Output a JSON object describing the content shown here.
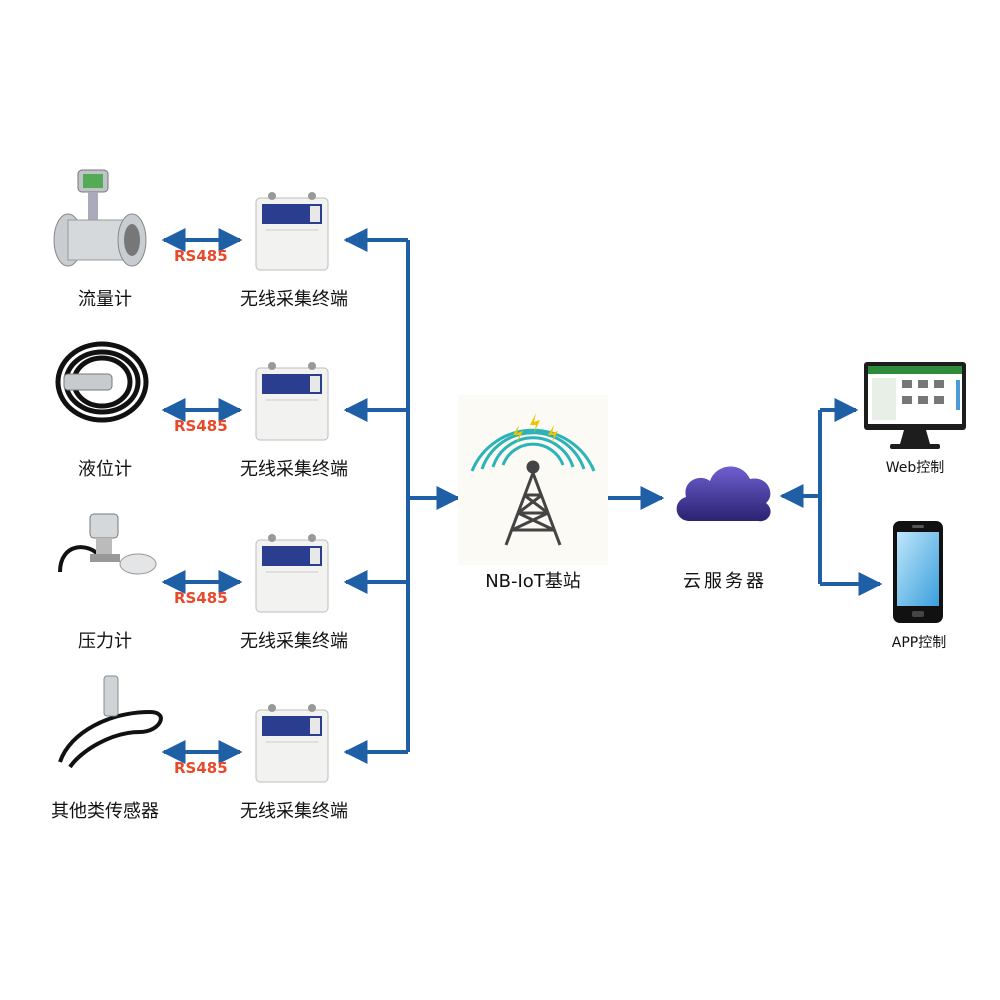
{
  "sensors": [
    {
      "id": "flow",
      "label": "流量计",
      "icon": "flowmeter-icon"
    },
    {
      "id": "level",
      "label": "液位计",
      "icon": "level-gauge-icon"
    },
    {
      "id": "pressure",
      "label": "压力计",
      "icon": "pressure-gauge-icon"
    },
    {
      "id": "other",
      "label": "其他类传感器",
      "icon": "sensor-probe-icon"
    }
  ],
  "protocol_label": "RS485",
  "terminal_label": "无线采集终端",
  "base_station": {
    "label": "NB-IoT基站",
    "icon": "cell-tower-icon"
  },
  "cloud": {
    "label": "云服务器",
    "icon": "cloud-icon"
  },
  "clients": [
    {
      "id": "web",
      "label": "Web控制",
      "icon": "monitor-icon"
    },
    {
      "id": "app",
      "label": "APP控制",
      "icon": "smartphone-icon"
    }
  ],
  "colors": {
    "connector": "#1f5fa6",
    "protocol_text": "#e8492b",
    "cloud": "#3a2f8a",
    "terminal_panel": "#2a3d8f",
    "tower": "#444444",
    "signal": "#2bb3b8",
    "lightning": "#f2c200"
  }
}
